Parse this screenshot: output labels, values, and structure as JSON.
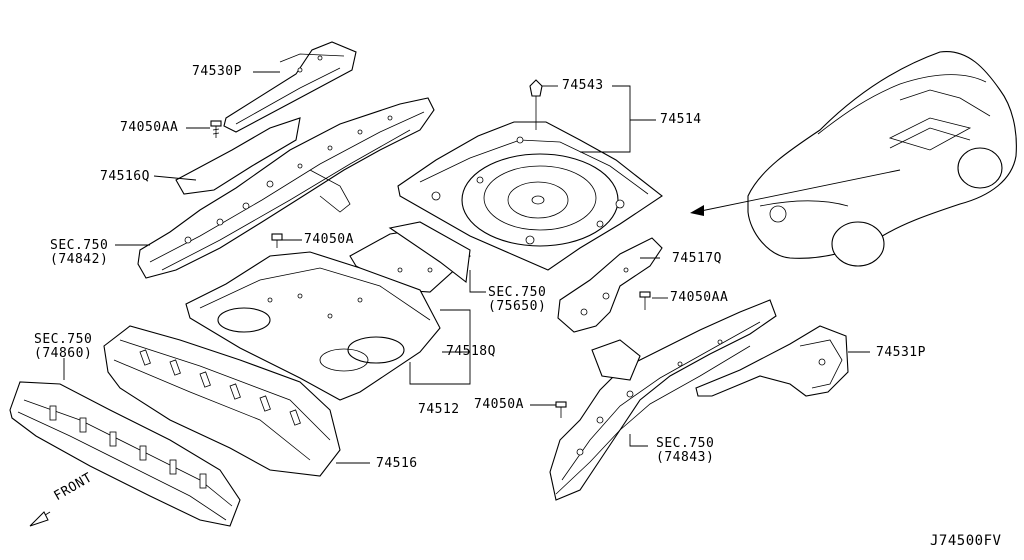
{
  "diagram_code": "J74500FV",
  "direction_label": "FRONT",
  "callouts": {
    "p74530P": "74530P",
    "p74050AA_top": "74050AA",
    "p74516Q": "74516Q",
    "sec750_a": "SEC.750",
    "ref74842": "(74842)",
    "p74050A_top": "74050A",
    "p74543": "74543",
    "p74514": "74514",
    "p74517Q": "74517Q",
    "sec750_b": "SEC.750",
    "ref75650": "(75650)",
    "p74050AA_right": "74050AA",
    "sec750_c": "SEC.750",
    "ref74860": "(74860)",
    "p74518Q": "74518Q",
    "p74531P": "74531P",
    "p74050A_bottom": "74050A",
    "p74512": "74512",
    "sec750_d": "SEC.750",
    "ref74843": "(74843)",
    "p74516": "74516"
  }
}
